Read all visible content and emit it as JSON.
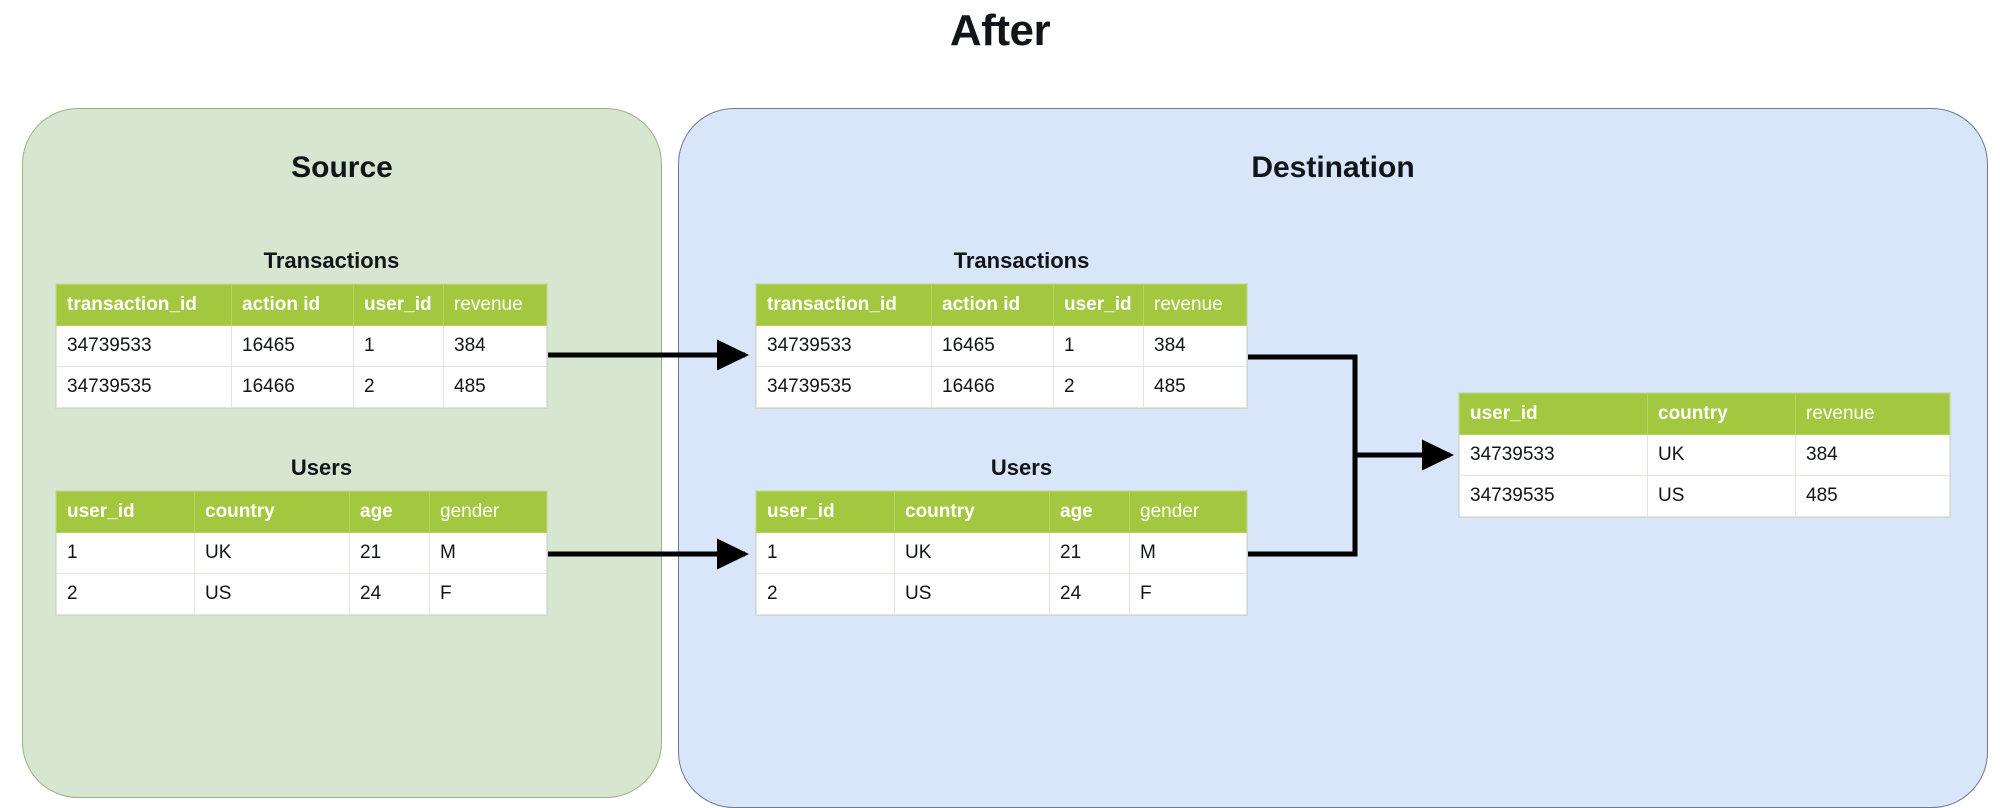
{
  "title": "After",
  "panels": {
    "source": {
      "title": "Source"
    },
    "destination": {
      "title": "Destination"
    }
  },
  "colors": {
    "source_panel_bg": "#d7e6d0",
    "source_panel_border": "#9ab47f",
    "destination_panel_bg": "#d9e5f8",
    "destination_panel_border": "#6b7c91",
    "table_header_bg": "#a3c73f",
    "table_header_text": "#ffffff",
    "table_cell_bg": "#ffffff",
    "text": "#111418",
    "arrow": "#000000"
  },
  "tables": {
    "source_transactions": {
      "caption": "Transactions",
      "headers": [
        "transaction_id",
        "action id",
        "user_id",
        "revenue"
      ],
      "header_weights": [
        "bold",
        "bold",
        "bold",
        "normal"
      ],
      "rows": [
        [
          "34739533",
          "16465",
          "1",
          "384"
        ],
        [
          "34739535",
          "16466",
          "2",
          "485"
        ]
      ]
    },
    "source_users": {
      "caption": "Users",
      "headers": [
        "user_id",
        "country",
        "age",
        "gender"
      ],
      "header_weights": [
        "bold",
        "bold",
        "bold",
        "normal"
      ],
      "rows": [
        [
          "1",
          "UK",
          "21",
          "M"
        ],
        [
          "2",
          "US",
          "24",
          "F"
        ]
      ]
    },
    "destination_transactions": {
      "caption": "Transactions",
      "headers": [
        "transaction_id",
        "action id",
        "user_id",
        "revenue"
      ],
      "header_weights": [
        "bold",
        "bold",
        "bold",
        "normal"
      ],
      "rows": [
        [
          "34739533",
          "16465",
          "1",
          "384"
        ],
        [
          "34739535",
          "16466",
          "2",
          "485"
        ]
      ]
    },
    "destination_users": {
      "caption": "Users",
      "headers": [
        "user_id",
        "country",
        "age",
        "gender"
      ],
      "header_weights": [
        "bold",
        "bold",
        "bold",
        "normal"
      ],
      "rows": [
        [
          "1",
          "UK",
          "21",
          "M"
        ],
        [
          "2",
          "US",
          "24",
          "F"
        ]
      ]
    },
    "destination_output": {
      "caption": "",
      "headers": [
        "user_id",
        "country",
        "revenue"
      ],
      "header_weights": [
        "bold",
        "bold",
        "normal"
      ],
      "rows": [
        [
          "34739533",
          "UK",
          "384"
        ],
        [
          "34739535",
          "US",
          "485"
        ]
      ]
    }
  },
  "connectors": [
    {
      "name": "transactions-replication-arrow",
      "from": "source_transactions",
      "to": "destination_transactions"
    },
    {
      "name": "users-replication-arrow",
      "from": "source_users",
      "to": "destination_users"
    },
    {
      "name": "join-bracket-arrow",
      "from": "destination_transactions + destination_users",
      "to": "destination_output"
    }
  ]
}
